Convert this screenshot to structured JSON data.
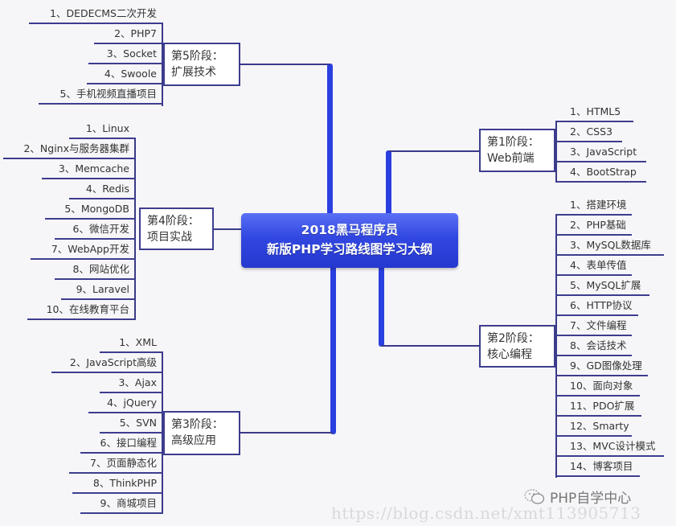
{
  "center": {
    "line1": "2018黑马程序员",
    "line2": "新版PHP学习路线图学习大纲",
    "color": "#2a3fe0"
  },
  "stages": {
    "stage1": {
      "line1": "第1阶段：",
      "line2": "Web前端",
      "items": [
        "1、HTML5",
        "2、CSS3",
        "3、JavaScript",
        "4、BootStrap"
      ]
    },
    "stage2": {
      "line1": "第2阶段：",
      "line2": "核心编程",
      "items": [
        "1、搭建环境",
        "2、PHP基础",
        "3、MySQL数据库",
        "4、表单传值",
        "5、MySQL扩展",
        "6、HTTP协议",
        "7、文件编程",
        "8、会话技术",
        "9、GD图像处理",
        "10、面向对象",
        "11、PDO扩展",
        "12、Smarty",
        "13、MVC设计模式",
        "14、博客项目"
      ]
    },
    "stage3": {
      "line1": "第3阶段：",
      "line2": "高级应用",
      "items": [
        "1、XML",
        "2、JavaScript高级",
        "3、Ajax",
        "4、jQuery",
        "5、SVN",
        "6、接口编程",
        "7、页面静态化",
        "8、ThinkPHP",
        "9、商城项目"
      ]
    },
    "stage4": {
      "line1": "第4阶段：",
      "line2": "项目实战",
      "items": [
        "1、Linux",
        "2、Nginx与服务器集群",
        "3、Memcache",
        "4、Redis",
        "5、MongoDB",
        "6、微信开发",
        "7、WebApp开发",
        "8、网站优化",
        "9、Laravel",
        "10、在线教育平台"
      ]
    },
    "stage5": {
      "line1": "第5阶段：",
      "line2": "扩展技术",
      "items": [
        "1、DEDECMS二次开发",
        "2、PHP7",
        "3、Socket",
        "4、Swoole",
        "5、手机视频直播项目"
      ]
    }
  },
  "watermark": {
    "icon": "wechat-icon",
    "text": "PHP自学中心",
    "url": "https://blog.csdn.net/xmt113905713"
  },
  "colors": {
    "trunk": "#2a3fe0",
    "branch": "#3d3d8f",
    "background": "#f6f6f8"
  }
}
